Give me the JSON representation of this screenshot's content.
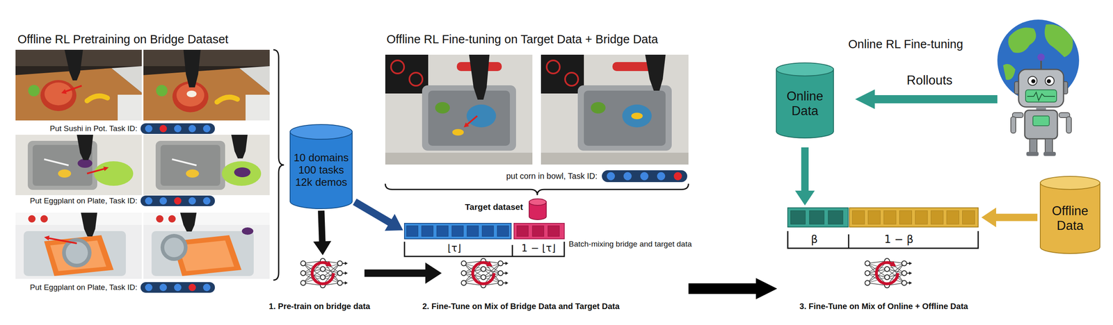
{
  "diagram": {
    "nodes": [
      {
        "text": [
          "10 domains 100 tasks 12k demos"
        ]
      },
      {
        "text": [
          "1. Pre-train on bridge data"
        ]
      },
      {
        "text": [
          "Target dataset"
        ]
      },
      {
        "text": [
          "⌊τ⌋",
          "1 − ⌊τ⌋"
        ]
      },
      {
        "text": [
          "2. Fine-Tune on Mix of Bridge Data and Target Data"
        ]
      },
      {
        "text": [
          "Online Data"
        ]
      },
      {
        "text": [
          "Offline Data"
        ]
      },
      {
        "text": [
          "β",
          "1 − β"
        ]
      },
      {
        "text": [
          "3. Fine-Tune on Mix of Online + Offline Data"
        ]
      }
    ],
    "edges": [
      {
        "from": 0,
        "to": 1,
        "arrow": "to"
      },
      {
        "from": 0,
        "to": 3,
        "arrow": "to"
      },
      {
        "from": 1,
        "to": 4,
        "arrow": "to"
      },
      {
        "from": 5,
        "to": 7,
        "arrow": "to"
      },
      {
        "from": 6,
        "to": 7,
        "arrow": "to"
      }
    ],
    "labels": [
      "Offline RL Pretraining on Bridge Dataset",
      "Put Sushi in Pot. Task ID:",
      "Put Eggplant on Plate, Task ID:",
      "Put Eggplant on Plate, Task ID:",
      "Offline RL Fine-tuning on Target Data + Bridge Data",
      "put corn in bowl, Task ID:",
      "Batch-mixing bridge and target data",
      "Online RL Fine-tuning",
      "Rollouts"
    ]
  }
}
